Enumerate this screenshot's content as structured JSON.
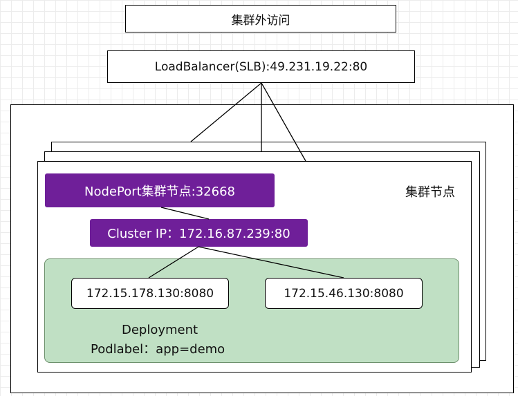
{
  "external_access": {
    "label": "集群外访问"
  },
  "load_balancer": {
    "label": "LoadBalancer(SLB):49.231.19.22:80"
  },
  "cluster_node": {
    "label": "集群节点",
    "nodeport_label": "NodePort集群节点:32668",
    "clusterip_label": "Cluster IP：172.16.87.239:80"
  },
  "deployment": {
    "pods": [
      {
        "label": "172.15.178.130:8080"
      },
      {
        "label": "172.15.46.130:8080"
      }
    ],
    "title": "Deployment",
    "podlabel": "Podlabel：app=demo"
  },
  "colors": {
    "purple": "#6f1f99",
    "deployment_fill": "#c0e0c4"
  }
}
